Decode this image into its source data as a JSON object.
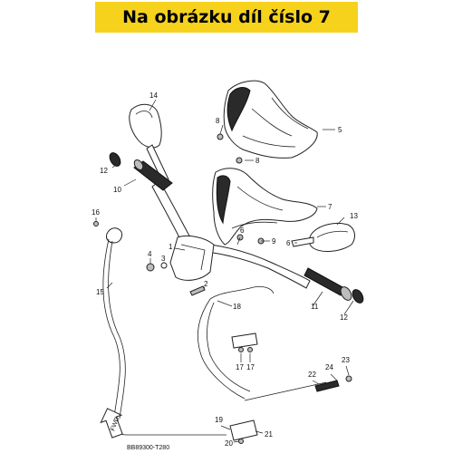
{
  "banner": {
    "text": "Na obrázku díl číslo 7",
    "color": "#f6d21c"
  },
  "diagram_code": "BB89300-T280",
  "fwd_label": "FWD",
  "callouts": {
    "c1": "1",
    "c2": "2",
    "c3": "3",
    "c4": "4",
    "c5": "5",
    "c6": "6",
    "c7": "7",
    "c8a": "8",
    "c8b": "8",
    "c9": "9",
    "c10": "10",
    "c11": "11",
    "c12a": "12",
    "c12b": "12",
    "c13": "13",
    "c14": "14",
    "c15": "15",
    "c16": "16",
    "c17a": "17",
    "c17b": "17",
    "c18": "18",
    "c19": "19",
    "c20": "20",
    "c21": "21",
    "c22": "22",
    "c23": "23",
    "c24": "24"
  }
}
